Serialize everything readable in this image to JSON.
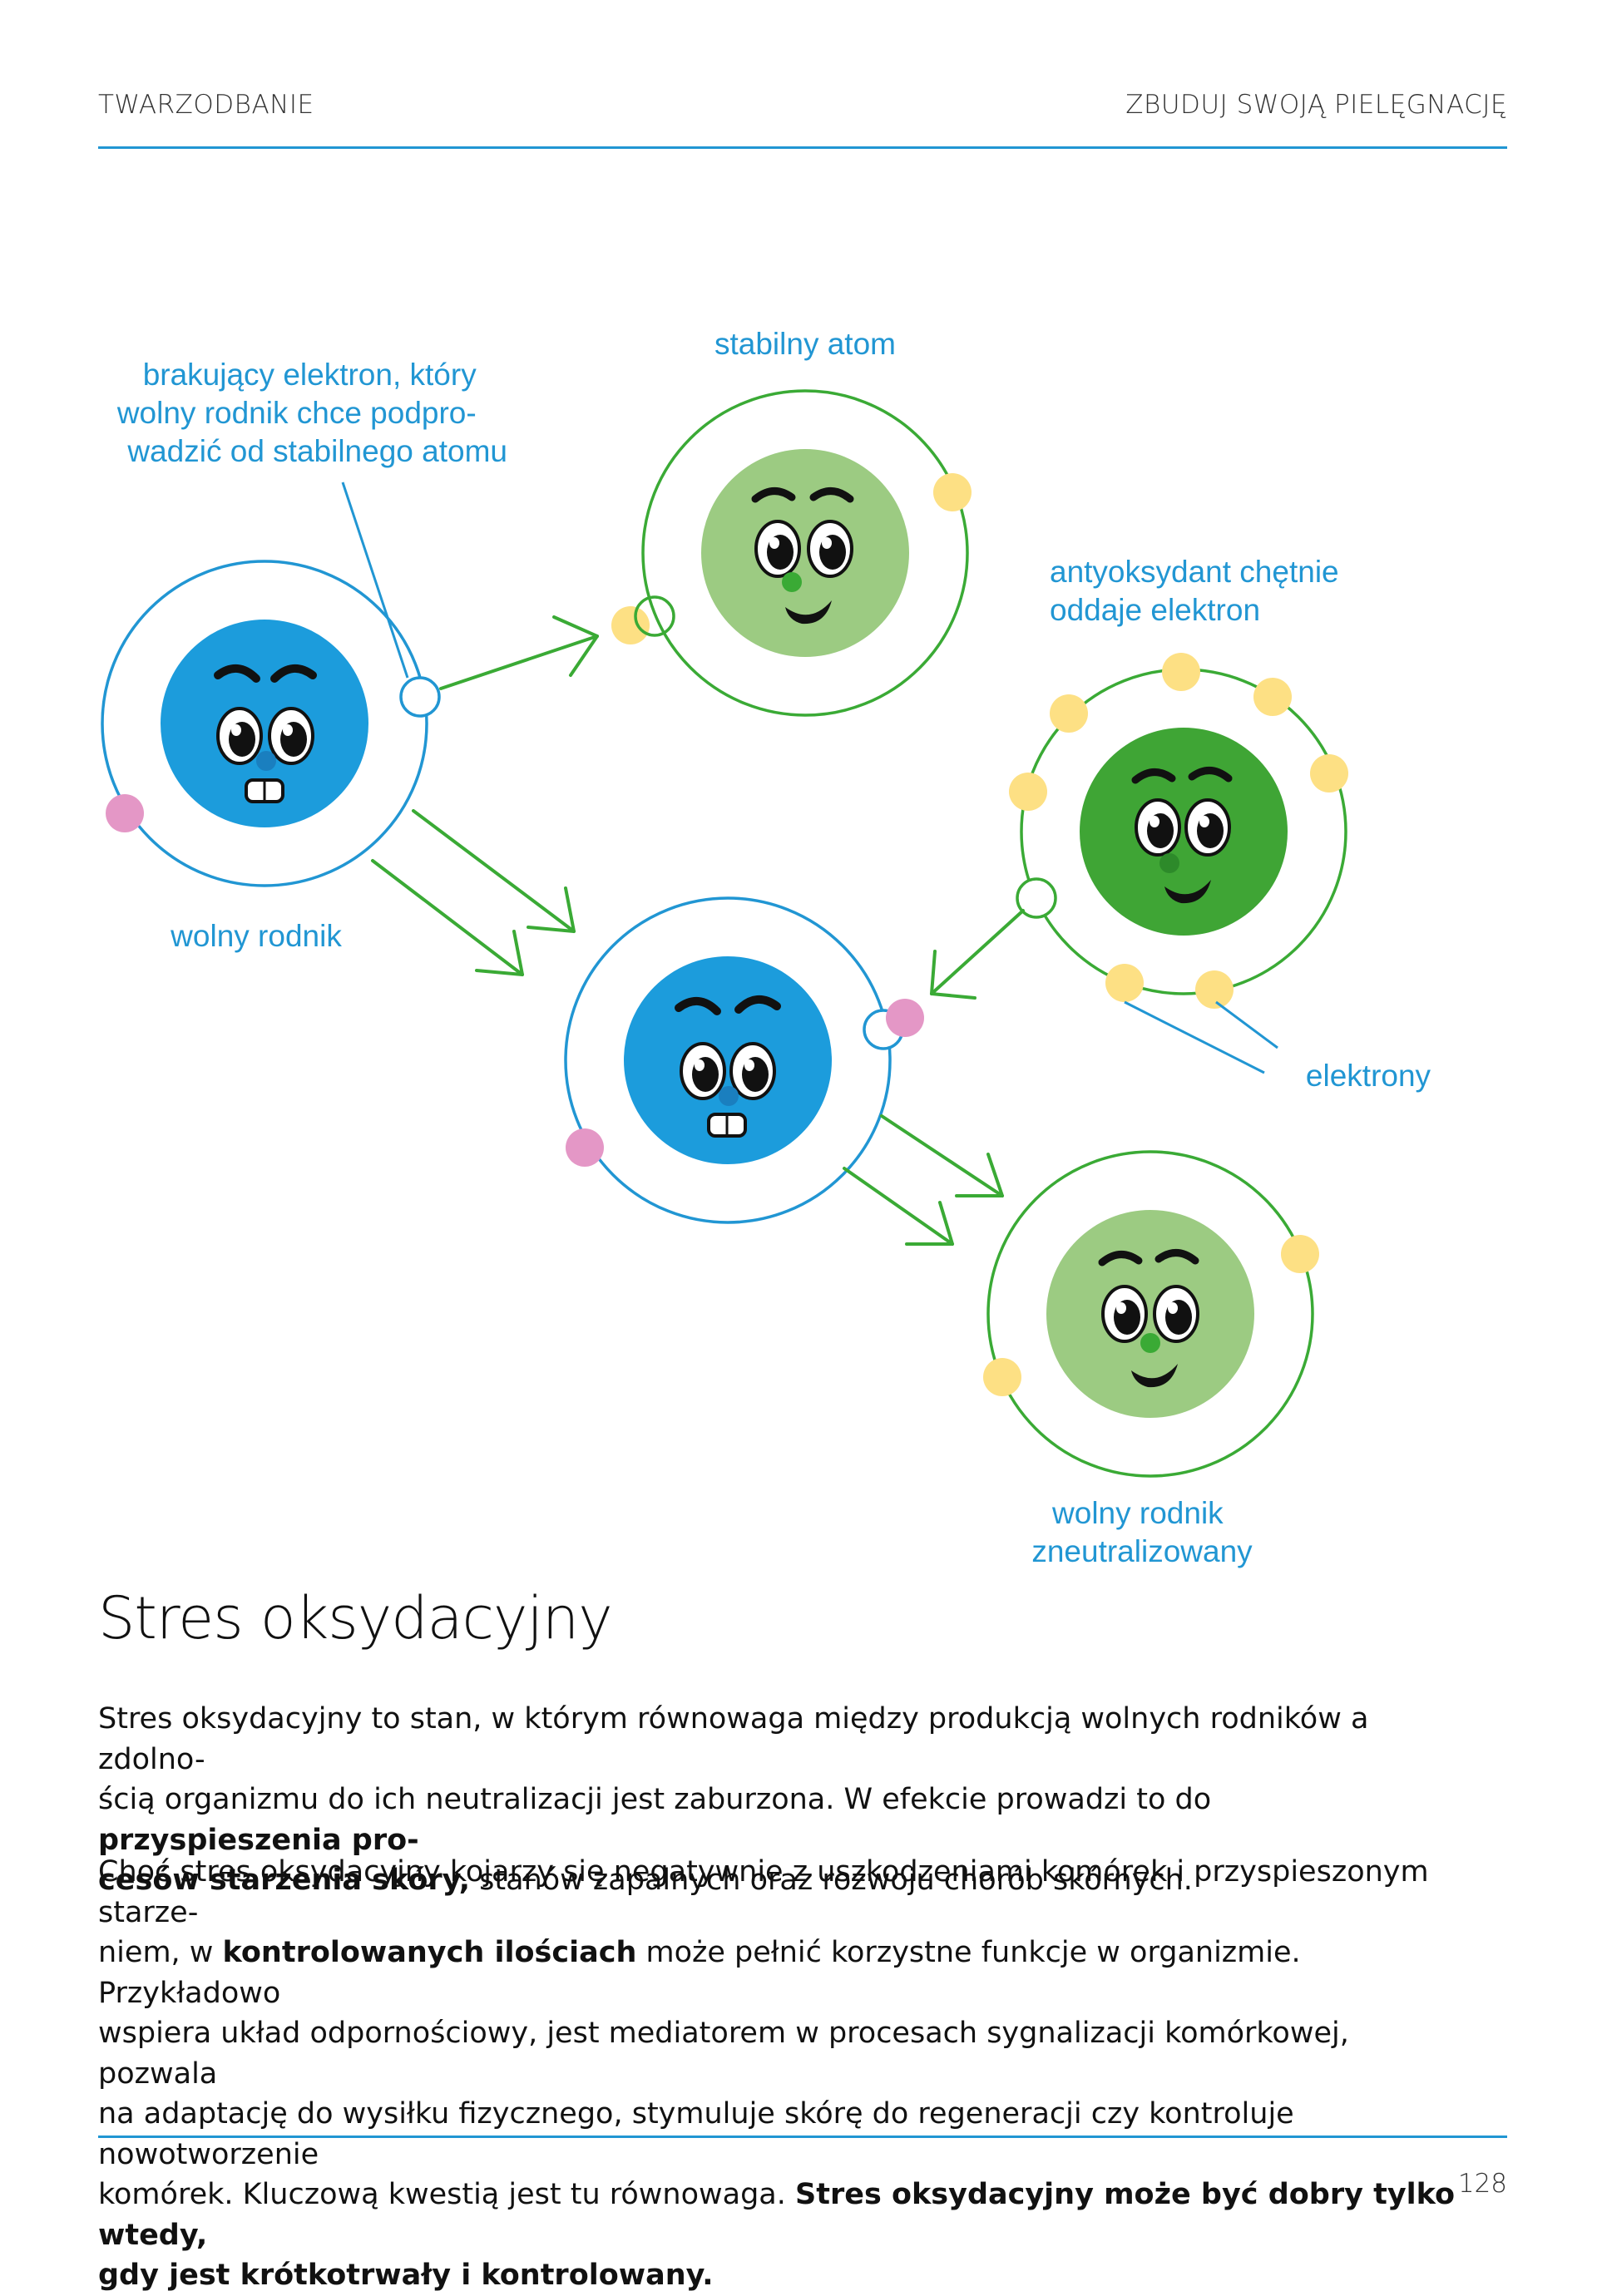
{
  "header": {
    "left": "TWARZODBANIE",
    "right": "ZBUDUJ SWOJĄ PIELĘGNACJĘ"
  },
  "diagram": {
    "label_missing_electron_line1": "brakujący elektron, który",
    "label_missing_electron_line2": "wolny rodnik chce podpro-",
    "label_missing_electron_line3": "wadzić od stabilnego atomu",
    "label_stable_atom": "stabilny atom",
    "label_antioxidant_line1": "antyoksydant chętnie",
    "label_antioxidant_line2": "oddaje elektron",
    "label_free_radical": "wolny rodnik",
    "label_electrons": "elektrony",
    "label_neutralized_line1": "wolny rodnik",
    "label_neutralized_line2": "zneutralizowany",
    "colors": {
      "blue": "#2196d3",
      "radical_blue": "#1c9cdc",
      "stable_green": "#9ccb82",
      "antioxidant_green": "#3fa535",
      "arrow_green": "#3aaa35",
      "electron_yellow": "#fde084",
      "electron_pink": "#e497c6"
    }
  },
  "section": {
    "heading": "Stres oksydacyjny"
  },
  "paragraph1": {
    "l1": "Stres oksydacyjny to stan, w którym równowaga między produkcją wolnych rodników a zdolno-",
    "l2a": "ścią organizmu do ich neutralizacji jest zaburzona. W efekcie prowadzi to do ",
    "l2b": "przyspieszenia pro-",
    "l3a": "cesów starzenia skóry,",
    "l3b": " stanów zapalnych oraz rozwoju chorób skórnych."
  },
  "paragraph2": {
    "l1": "Choć stres oksydacyjny kojarzy się negatywnie z uszkodzeniami komórek i przyspieszonym starze-",
    "l2a": "niem, w ",
    "l2b": "kontrolowanych ilościach",
    "l2c": " może pełnić korzystne funkcje w organizmie. Przykładowo",
    "l3": "wspiera układ odpornościowy, jest mediatorem w procesach sygnalizacji komórkowej, pozwala",
    "l4": "na adaptację do wysiłku fizycznego, stymuluje skórę do regeneracji czy kontroluje nowotworzenie",
    "l5a": "komórek. Kluczową kwestią jest tu równowaga. ",
    "l5b": "Stres oksydacyjny może być dobry tylko wtedy,",
    "l6": "gdy jest krótkotrwały i kontrolowany."
  },
  "page_number": "128"
}
